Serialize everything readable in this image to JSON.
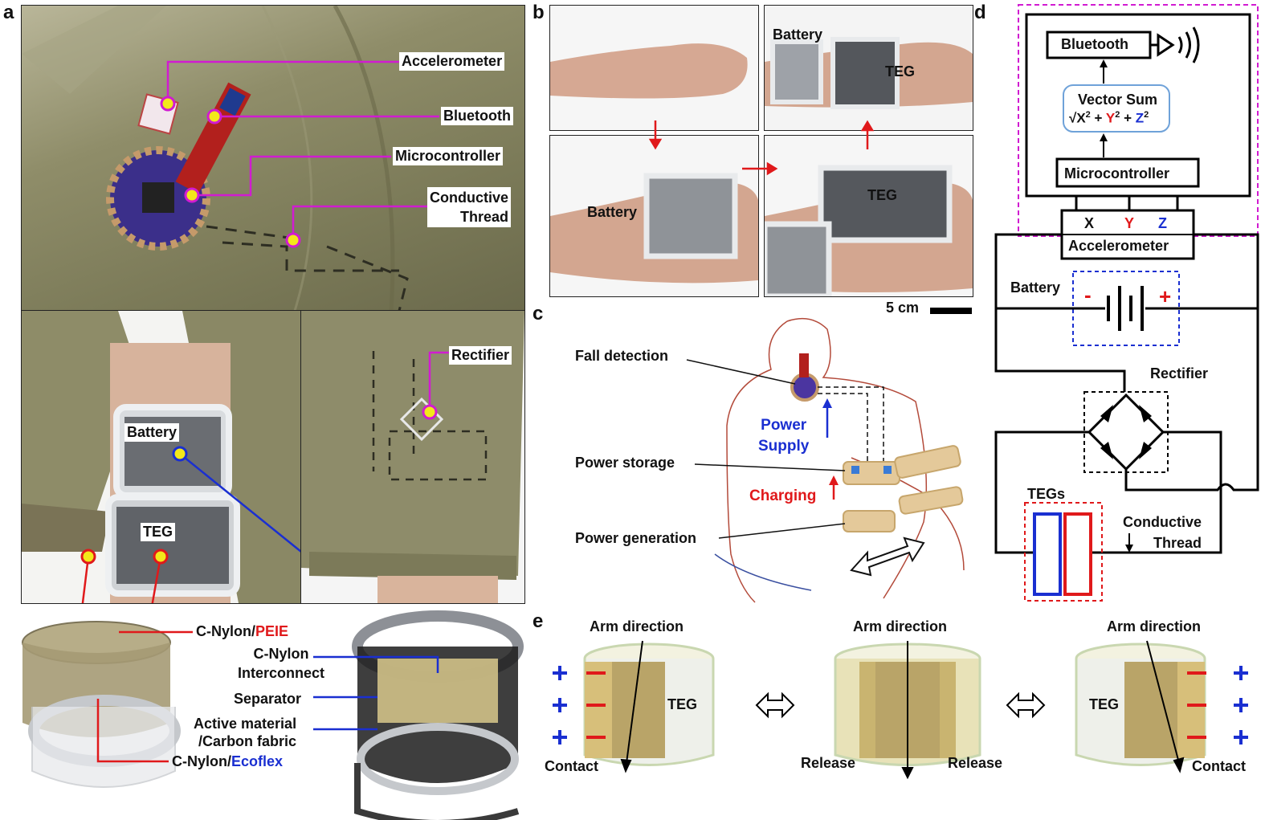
{
  "panels": {
    "a": "a",
    "b": "b",
    "c": "c",
    "d": "d",
    "e": "e"
  },
  "panel_a": {
    "labels": {
      "accelerometer": "Accelerometer",
      "bluetooth": "Bluetooth",
      "microcontroller": "Microcontroller",
      "conductive_thread_1": "Conductive",
      "conductive_thread_2": "Thread",
      "rectifier": "Rectifier",
      "battery": "Battery",
      "teg": "TEG"
    },
    "schematic": {
      "c_nylon_peie_prefix": "C-Nylon/",
      "c_nylon_peie_suffix": "PEIE",
      "c_nylon_interconnect_1": "C-Nylon",
      "c_nylon_interconnect_2": "Interconnect",
      "separator": "Separator",
      "active_material_1": "Active material",
      "active_material_2": "/Carbon fabric",
      "c_nylon_ecoflex_prefix": "C-Nylon/",
      "c_nylon_ecoflex_suffix": "Ecoflex"
    }
  },
  "panel_b": {
    "battery_top": "Battery",
    "teg_top": "TEG",
    "battery_bottom": "Battery",
    "teg_bottom": "TEG",
    "scale_bar": "5 cm"
  },
  "panel_c": {
    "fall_detection": "Fall detection",
    "power_supply_1": "Power",
    "power_supply_2": "Supply",
    "power_storage": "Power storage",
    "charging": "Charging",
    "power_generation": "Power generation"
  },
  "panel_d": {
    "bluetooth": "Bluetooth",
    "vector_sum": "Vector Sum",
    "formula_sqrt": "√X",
    "formula_y": "Y",
    "formula_z": "Z",
    "formula_plus": "+",
    "formula_sq": "2",
    "microcontroller": "Microcontroller",
    "x": "X",
    "y": "Y",
    "z": "Z",
    "accelerometer": "Accelerometer",
    "battery": "Battery",
    "minus": "-",
    "plus": "+",
    "rectifier": "Rectifier",
    "tegs": "TEGs",
    "conductive_1": "Conductive",
    "conductive_2": "Thread"
  },
  "panel_e": {
    "arm_direction_1": "Arm direction",
    "arm_direction_2": "Arm direction",
    "arm_direction_3": "Arm direction",
    "teg_left": "TEG",
    "teg_right": "TEG",
    "contact_left": "Contact",
    "release_left": "Release",
    "release_right": "Release",
    "contact_right": "Contact",
    "plus": "+",
    "minus": "—"
  },
  "colors": {
    "red": "#e0191b",
    "blue": "#1a2fd1",
    "magenta": "#d11bd1",
    "khaki": "#8c8a64",
    "teg_gray": "#5a5d62"
  }
}
